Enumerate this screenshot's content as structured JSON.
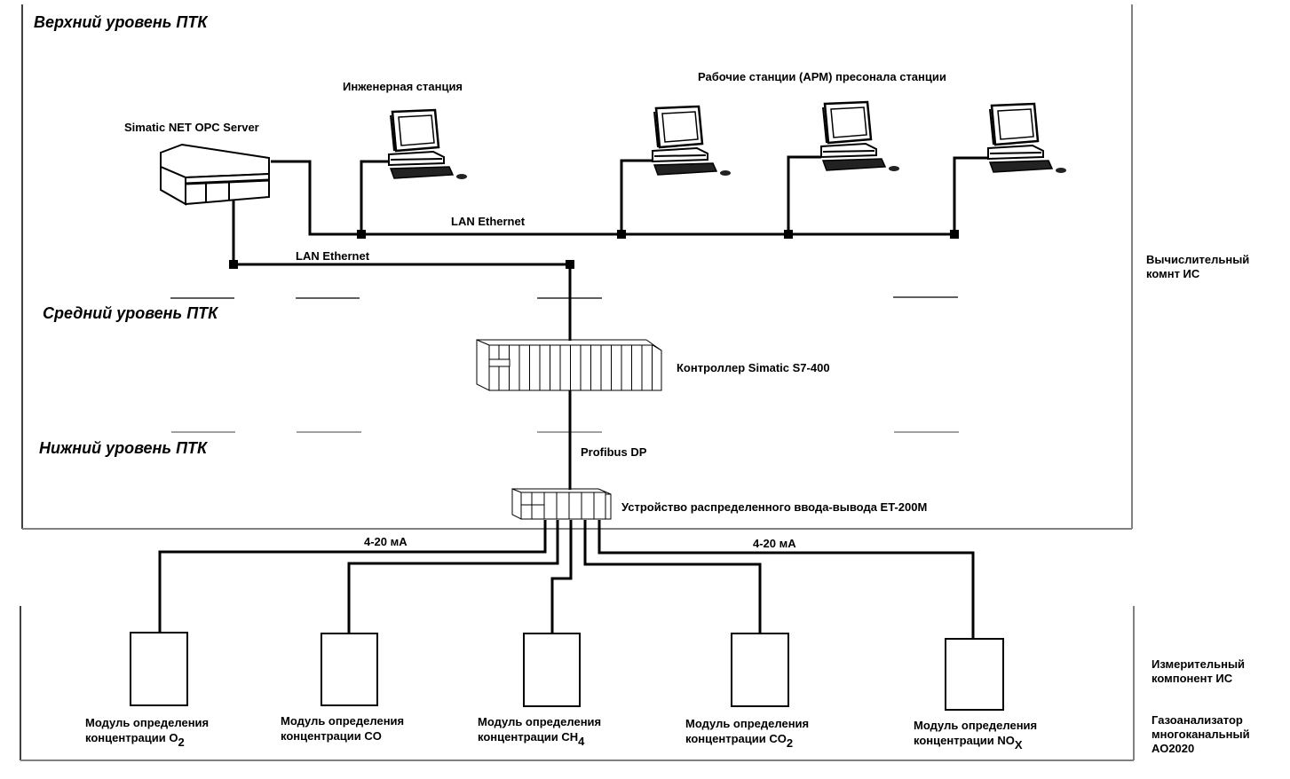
{
  "levels": {
    "top": "Верхний уровень ПТК",
    "middle": "Средний уровень ПТК",
    "bottom": "Нижний уровень ПТК"
  },
  "nodes": {
    "opc_server": "Simatic NET OPC Server",
    "engineering_station": "Инженерная станция",
    "operator_stations": "Рабочие станции (АРМ) пресонала станции",
    "controller": "Контроллер Simatic S7-400",
    "et200m": "Устройство распределенного ввода-вывода ET-200M"
  },
  "networks": {
    "lan_upper": "LAN Ethernet",
    "lan_lower": "LAN Ethernet",
    "profibus": "Profibus DP",
    "signal_left": "4-20 мА",
    "signal_right": "4-20 мА"
  },
  "side_labels": {
    "computing_line1": "Вычислительный",
    "computing_line2": "комнт ИС",
    "measuring_line1": "Измерительный",
    "measuring_line2": "компонент ИС",
    "analyzer_line1": "Газоанализатор",
    "analyzer_line2": "многоканальный",
    "analyzer_line3": "АО2020"
  },
  "modules": [
    {
      "line1": "Модуль определения",
      "line2": "концентрации O",
      "sub": "2"
    },
    {
      "line1": "Модуль определения",
      "line2": "концентрации CO",
      "sub": ""
    },
    {
      "line1": "Модуль определения",
      "line2": "концентрации CH",
      "sub": "4"
    },
    {
      "line1": "Модуль определения",
      "line2": "концентрации CO",
      "sub": "2"
    },
    {
      "line1": "Модуль определения",
      "line2": "концентрации NO",
      "sub": "X"
    }
  ]
}
